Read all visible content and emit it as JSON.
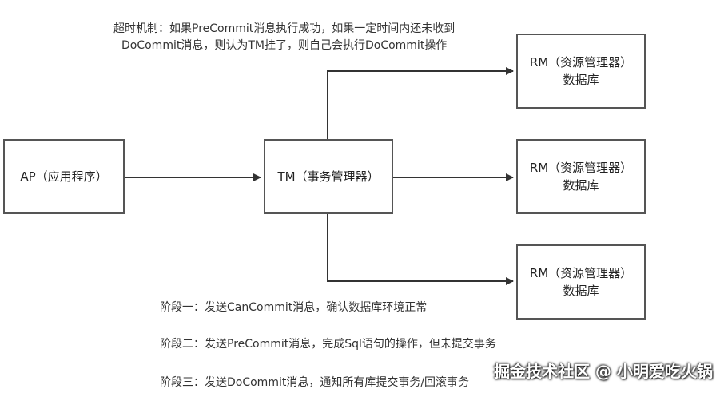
{
  "timeout_note": {
    "line1": "超时机制：如果PreCommit消息执行成功，如果一定时间内还未收到",
    "line2": "DoCommit消息，则认为TM挂了，则自己会执行DoCommit操作"
  },
  "nodes": {
    "ap": {
      "label": "AP（应用程序）"
    },
    "tm": {
      "label": "TM（事务管理器）"
    },
    "rm": [
      {
        "line1": "RM（资源管理器）",
        "line2": "数据库"
      },
      {
        "line1": "RM（资源管理器）",
        "line2": "数据库"
      },
      {
        "line1": "RM（资源管理器）",
        "line2": "数据库"
      }
    ]
  },
  "stages": [
    "阶段一：发送CanCommit消息，确认数据库环境正常",
    "阶段二：发送PreCommit消息，完成Sql语句的操作，但未提交事务",
    "阶段三：发送DoCommit消息，通知所有库提交事务/回滚事务"
  ],
  "watermark": "掘金技术社区 @ 小明爱吃火锅",
  "colors": {
    "line": "#333333",
    "border": "#555555",
    "text": "#222222"
  }
}
